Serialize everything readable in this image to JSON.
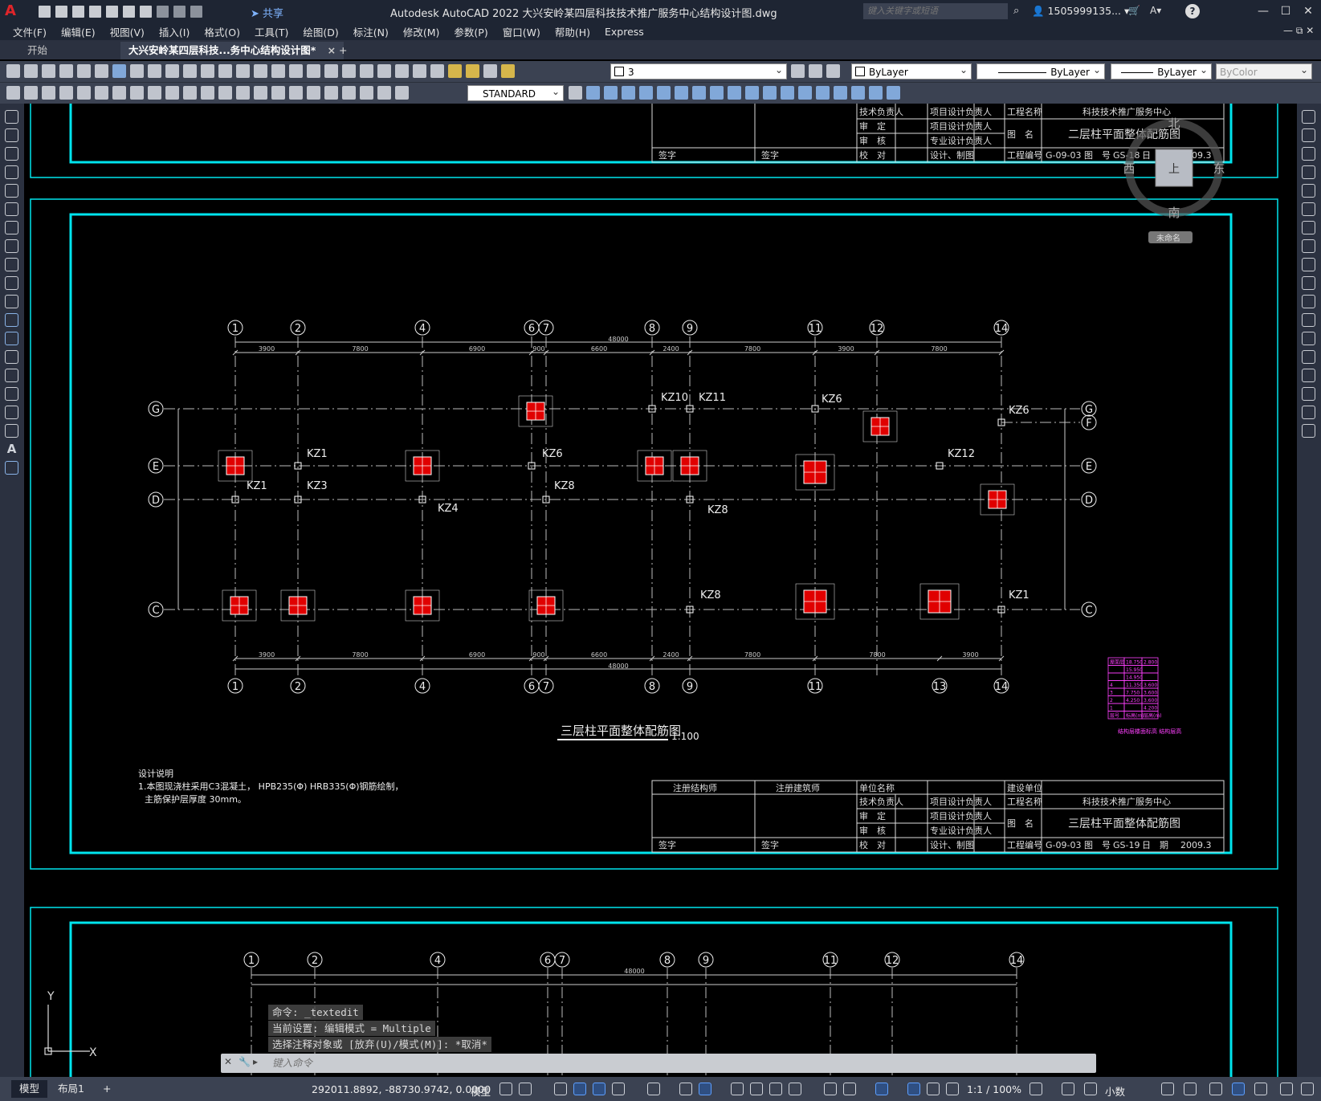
{
  "app": {
    "logo": "A",
    "share_label": "共享",
    "window_title": "Autodesk AutoCAD 2022    大兴安岭某四层科技技术推广服务中心结构设计图.dwg",
    "search_placeholder": "键入关键字或短语",
    "user": "1505999135...",
    "help": "?"
  },
  "menu": [
    "文件(F)",
    "编辑(E)",
    "视图(V)",
    "插入(I)",
    "格式(O)",
    "工具(T)",
    "绘图(D)",
    "标注(N)",
    "修改(M)",
    "参数(P)",
    "窗口(W)",
    "帮助(H)",
    "Express"
  ],
  "tabs": [
    {
      "label": "开始"
    },
    {
      "label": "大兴安岭某四层科技...务中心结构设计图*"
    }
  ],
  "tab_close": "×",
  "tab_add": "+",
  "toolbar": {
    "layer_value": "3",
    "color_value": "ByLayer",
    "linetype_value": "ByLayer",
    "lineweight_value": "ByLayer",
    "plotstyle_value": "ByColor",
    "textstyle_value": "STANDARD"
  },
  "viewcube": {
    "north": "北",
    "south": "南",
    "east": "东",
    "west": "西",
    "top": "上",
    "wcs": "未命名"
  },
  "drawing": {
    "grid_top": [
      "1",
      "2",
      "4",
      "6",
      "7",
      "8",
      "9",
      "11",
      "12",
      "14"
    ],
    "grid_bottom": [
      "1",
      "2",
      "4",
      "6",
      "7",
      "8",
      "9",
      "11",
      "13",
      "14"
    ],
    "grid_left": [
      "G",
      "E",
      "D",
      "C"
    ],
    "grid_right": [
      "G",
      "F",
      "E",
      "D",
      "C"
    ],
    "total_dim": "48000",
    "spans_top": [
      "3900",
      "7800",
      "6900",
      "900",
      "6600",
      "2400",
      "7800",
      "3900",
      "7800"
    ],
    "spans_bottom": [
      "3900",
      "7800",
      "6900",
      "900",
      "6600",
      "2400",
      "7800",
      "7800",
      "3900"
    ],
    "plan_title": "三层柱平面整体配筋图",
    "plan_scale": "1:100",
    "notes_title": "设计说明",
    "notes_line1": "1.本图现浇柱采用C3混凝土， HPB235(Φ) HRB335(Φ)钢筋绘制，",
    "notes_line2": "主筋保护层厚度 30mm。",
    "col_labels": [
      "KZ1",
      "KZ3",
      "KZ1",
      "KZ4",
      "KZ6",
      "KZ8",
      "KZ10",
      "KZ11",
      "KZ8",
      "KZ6",
      "KZ12",
      "KZ6",
      "KZ8",
      "KZ1"
    ],
    "bottom_grid": [
      "1",
      "2",
      "4",
      "6",
      "7",
      "8",
      "9",
      "11",
      "12",
      "14"
    ],
    "bottom_total": "48000"
  },
  "titleblock_top": {
    "r1": [
      "技术负责人",
      "项目设计负责人",
      "工程名称",
      "科技技术推广服务中心"
    ],
    "r2": [
      "审　定",
      "项目设计负责人",
      "图　名",
      "二层柱平面整体配筋图"
    ],
    "r3": [
      "审　核",
      "专业设计负责人"
    ],
    "r4": [
      "签字",
      "签字",
      "校　对",
      "设计、制图",
      "工程编号",
      "G-09-03",
      "图　号",
      "GS-18",
      "日　期",
      "2009.3"
    ]
  },
  "titleblock": {
    "h": [
      "注册结构师",
      "注册建筑师",
      "单位名称",
      "建设单位"
    ],
    "r1": [
      "技术负责人",
      "项目设计负责人",
      "工程名称",
      "科技技术推广服务中心"
    ],
    "r2": [
      "审　定",
      "项目设计负责人",
      "图　名",
      "三层柱平面整体配筋图"
    ],
    "r3": [
      "审　核",
      "专业设计负责人"
    ],
    "r4": [
      "签字",
      "签字",
      "校　对",
      "设计、制图",
      "工程编号",
      "G-09-03",
      "图　号",
      "GS-19",
      "日　期",
      "2009.3"
    ]
  },
  "level_table": {
    "rows": [
      [
        "屋面层",
        "18.750",
        "2.800"
      ],
      [
        "",
        "15.950",
        ""
      ],
      [
        "",
        "14.950",
        ""
      ],
      [
        "4",
        "11.350",
        "3.600"
      ],
      [
        "3",
        "7.750",
        "3.600"
      ],
      [
        "2",
        "4.250",
        "3.600"
      ],
      [
        "1",
        "",
        "4.200"
      ],
      [
        "层号",
        "标高(m)",
        "层高(m)"
      ]
    ],
    "caption": "结构层楼面标高 结构层高"
  },
  "ucs": {
    "x": "X",
    "y": "Y"
  },
  "command": {
    "history": [
      "命令: _textedit",
      "当前设置: 编辑模式 = Multiple",
      "选择注释对象或 [放弃(U)/模式(M)]: *取消*"
    ],
    "placeholder": "键入命令"
  },
  "status": {
    "model_tab": "模型",
    "layout_tab": "布局1",
    "add": "+",
    "coords": "292011.8892, -88730.9742, 0.0000",
    "mode": "模型",
    "scale": "1:1 / 100%",
    "units": "小数"
  }
}
